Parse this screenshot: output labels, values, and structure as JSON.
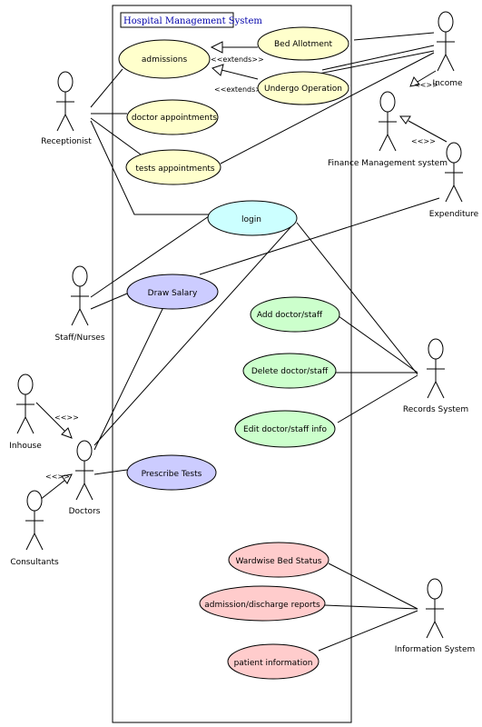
{
  "system": {
    "title": "Hospital Management System"
  },
  "colors": {
    "yellow": "#ffffcc",
    "cyan": "#ccffff",
    "blue": "#ccccff",
    "green": "#ccffcc",
    "red": "#ffcccc"
  },
  "actors": {
    "receptionist": "Receptionist",
    "staff_nurses": "Staff/Nurses",
    "inhouse": "Inhouse",
    "doctors": "Doctors",
    "consultants": "Consultants",
    "income": "Income",
    "finance": "Finance Management system",
    "expenditure": "Expenditure",
    "records": "Records System",
    "information": "Information System"
  },
  "use_cases": {
    "admissions": "admissions",
    "bed_allotment": "Bed Allotment",
    "undergo_operation": "Undergo Operation",
    "doctor_appointments": "doctor appointments",
    "tests_appointments": "tests appointments",
    "login": "login",
    "draw_salary": "Draw Salary",
    "add_doctor": "Add doctor/staff",
    "delete_doctor": "Delete doctor/staff",
    "edit_doctor": "Edit doctor/staff info",
    "prescribe_tests": "Prescribe Tests",
    "wardwise_bed": "Wardwise Bed Status",
    "admission_reports": "admission/discharge reports",
    "patient_info": "patient information"
  },
  "stereotypes": {
    "extends_1": "<<extends>>",
    "extends_2": "<<extends>>",
    "gen_income": "<<>>",
    "gen_expenditure": "<<>>",
    "gen_inhouse": "<<>>",
    "gen_consultants": "<<>>"
  }
}
